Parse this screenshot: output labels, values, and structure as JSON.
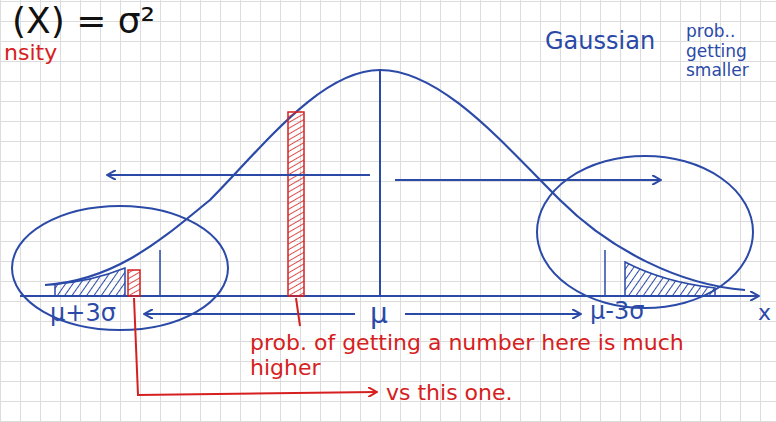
{
  "diagram": {
    "labels": [
      "(X) = σ²",
      "nsity",
      "Gaussian",
      "prob.. getting smaller",
      "μ",
      "μ+3σ",
      "μ-3σ",
      "x",
      "prob. of getting a number here is much higher",
      "vs this one."
    ]
  }
}
